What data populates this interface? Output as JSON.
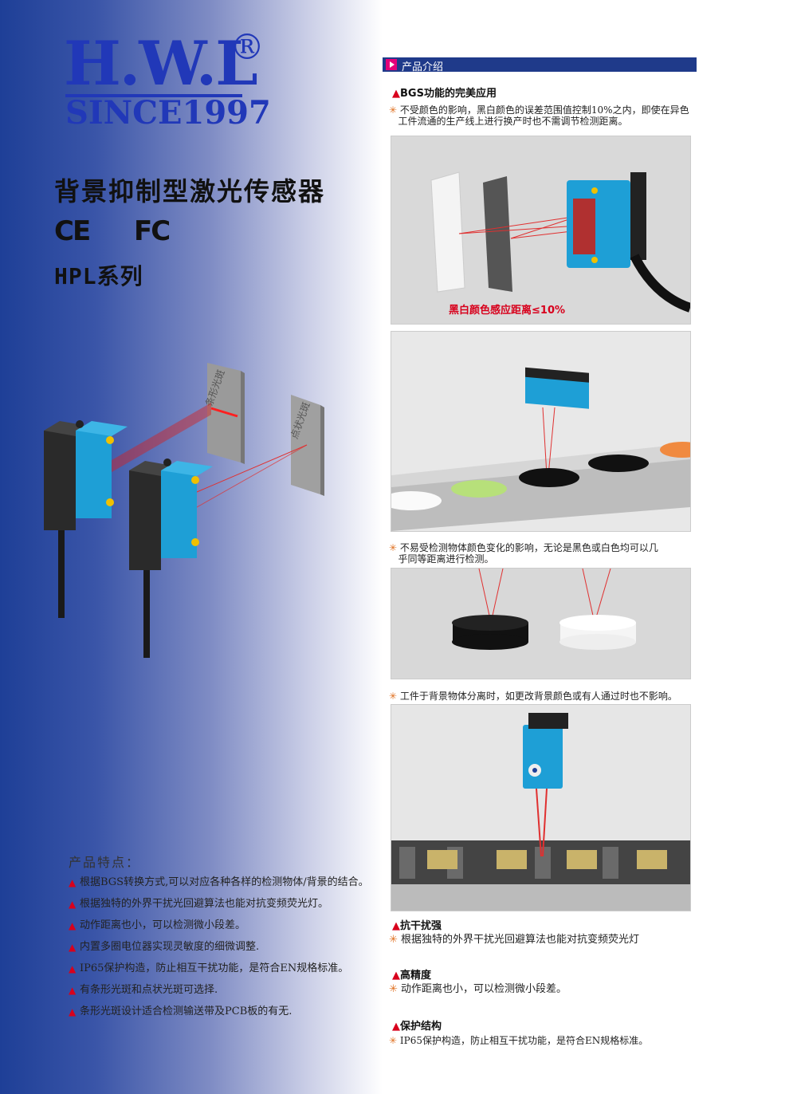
{
  "logo": {
    "brand": "H.W.L",
    "registered": "®",
    "since": "SINCE1997"
  },
  "title": "背景抑制型激光传感器",
  "certs": {
    "ce": "CE",
    "fc": "FC"
  },
  "series": "HPL系列",
  "left_illustration": {
    "bar_spot_label": "条形光斑",
    "point_spot_label": "点状光斑"
  },
  "features": {
    "heading": "产品特点：",
    "items": [
      "根据BGS转换方式,可以对应各种各样的检测物体/背景的结合。",
      "根据独特的外界干扰光回避算法也能对抗变频荧光灯。",
      "动作距离也小，可以检测微小段差。",
      "内置多圈电位器实现灵敏度的细微调整.",
      "IP65保护构造，防止相互干扰功能，是符合EN规格标准。",
      "有条形光斑和点状光斑可选择.",
      "条形光斑设计适合检测输送带及PCB板的有无."
    ]
  },
  "intro": {
    "banner": "产品介绍",
    "bgs_heading": "BGS功能的完美应用",
    "bgs_text_1": "不受颜色的影响，黑白颜色的误差范围值控制10%之内，即使在异色",
    "bgs_text_2": "工件流通的生产线上进行换产时也不需调节检测距离。",
    "panel1_caption": "黑白颜色感应距离≤10%",
    "color_text_1": "不易受检测物体颜色变化的影响，无论是黑色或白色均可以几",
    "color_text_2": "乎同等距离进行检测。",
    "bg_text": "工件于背景物体分离时，如更改背景颜色或有人通过时也不影响。",
    "anti_heading": "抗干扰强",
    "anti_text": "根据独特的外界干扰光回避算法也能对抗变频荧光灯",
    "precision_heading": "高精度",
    "precision_text": "动作距离也小，可以检测微小段差。",
    "protect_heading": "保护结构",
    "protect_text": "IP65保护构造，防止相互干扰功能，是符合EN规格标准。"
  }
}
